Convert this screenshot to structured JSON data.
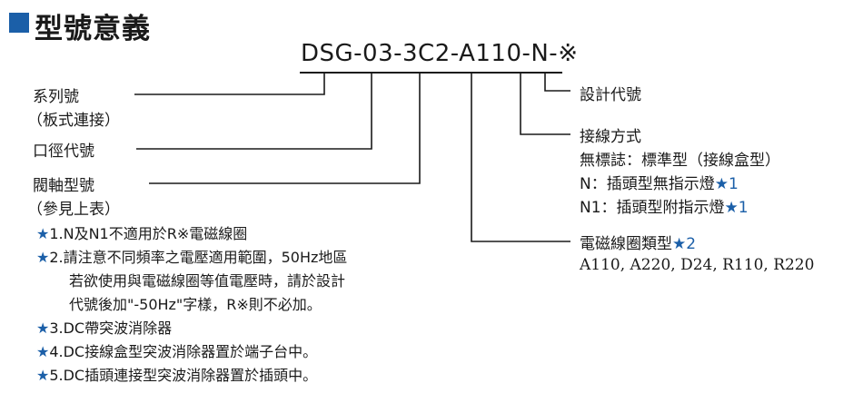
{
  "title": "型號意義",
  "model_code": "DSG-03-3C2-A110-N-※",
  "left_labels": {
    "series": "系列號",
    "series_sub": "（板式連接）",
    "port": "口徑代號",
    "spool": "閥軸型號",
    "spool_sub": "（參見上表）"
  },
  "right_labels": {
    "design": "設計代號",
    "wiring": "接線方式",
    "wiring_opt1": "無標誌：標準型（接線盒型）",
    "wiring_opt2_prefix": "N：插頭型無指示燈",
    "wiring_opt2_star": "★1",
    "wiring_opt3_prefix": "N1：插頭型附指示燈",
    "wiring_opt3_star": "★1",
    "coil_prefix": "電磁線圈類型",
    "coil_star": "★2",
    "coil_values": "A110, A220, D24, R110, R220"
  },
  "notes": [
    {
      "star": "★",
      "text": "1.N及N1不適用於R※電磁線圈"
    },
    {
      "star": "★",
      "text": "2.請注意不同頻率之電壓適用範圍，50Hz地區"
    },
    {
      "star": "",
      "text": "若欲使用與電磁線圈等值電壓時，請於設計"
    },
    {
      "star": "",
      "text": "代號後加\"-50Hz\"字樣，R※則不必加。"
    },
    {
      "star": "★",
      "text": "3.DC帶突波消除器"
    },
    {
      "star": "★",
      "text": "4.DC接線盒型突波消除器置於端子台中。"
    },
    {
      "star": "★",
      "text": "5.DC插頭連接型突波消除器置於插頭中。"
    }
  ],
  "colors": {
    "accent": "#1b5fa8",
    "text": "#1a1a1a"
  }
}
